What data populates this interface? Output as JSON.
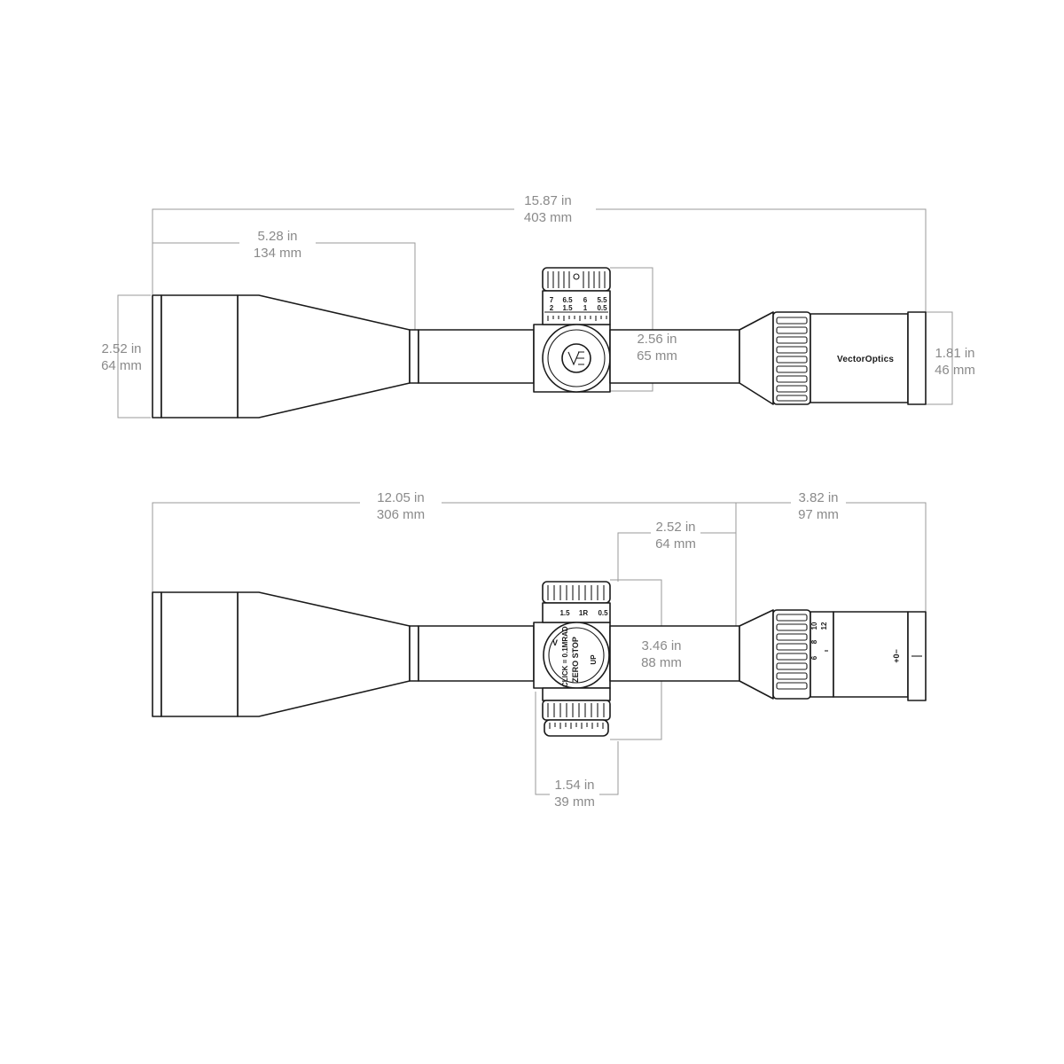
{
  "top_view": {
    "brand": "VectorOptics",
    "dims": {
      "overall": {
        "in": "15.87 in",
        "mm": "403 mm"
      },
      "objective_length": {
        "in": "5.28 in",
        "mm": "134 mm"
      },
      "objective_diameter": {
        "in": "2.52 in",
        "mm": "64 mm"
      },
      "turret_height": {
        "in": "2.56 in",
        "mm": "65 mm"
      },
      "eyepiece_diameter": {
        "in": "1.81 in",
        "mm": "46 mm"
      }
    },
    "turret_scale": {
      "row1": [
        "7",
        "6.5",
        "6",
        "5.5"
      ],
      "row2": [
        "2",
        "1.5",
        "1",
        "0.5"
      ]
    }
  },
  "side_view": {
    "dims": {
      "front_length": {
        "in": "12.05 in",
        "mm": "306 mm"
      },
      "rear_length": {
        "in": "3.82 in",
        "mm": "97 mm"
      },
      "saddle_offset": {
        "in": "2.52 in",
        "mm": "64 mm"
      },
      "turret_span": {
        "in": "3.46 in",
        "mm": "88 mm"
      },
      "turret_width": {
        "in": "1.54 in",
        "mm": "39 mm"
      }
    },
    "elevation_markings": {
      "line1": "1 CLICK = 0.1MRAD",
      "line2": "ZERO STOP",
      "up": "UP",
      "logo": "V"
    },
    "windage_markings": [
      "1R",
      "1.5",
      "0.5"
    ],
    "magnification": [
      "6",
      "8",
      "10",
      "12"
    ],
    "diopter": "+0−"
  }
}
